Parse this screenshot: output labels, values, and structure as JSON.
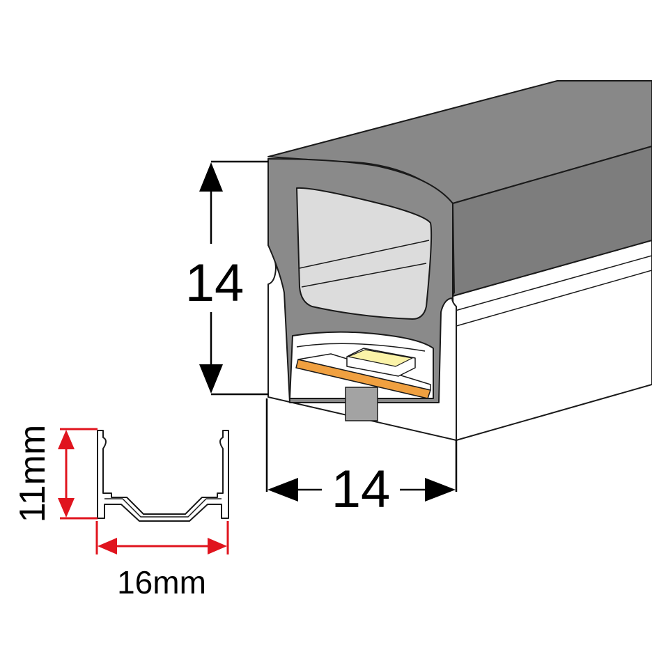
{
  "neon_profile": {
    "height_label": "14",
    "width_label": "14"
  },
  "aluminum_channel": {
    "height_label": "11mm",
    "width_label": "16mm"
  },
  "colors": {
    "silicone_top": "#888888",
    "silicone_face": "#8a8a8a",
    "silicone_side": "#7b7b7b",
    "window_light": "#dcdcdc",
    "housing_white": "#ffffff",
    "outline": "#1a1a1a",
    "pcb_orange": "#f0a040",
    "led_yellow": "#fbf3a8",
    "stem_gray": "#a3a3a3",
    "dimension_red": "#e0141e"
  }
}
